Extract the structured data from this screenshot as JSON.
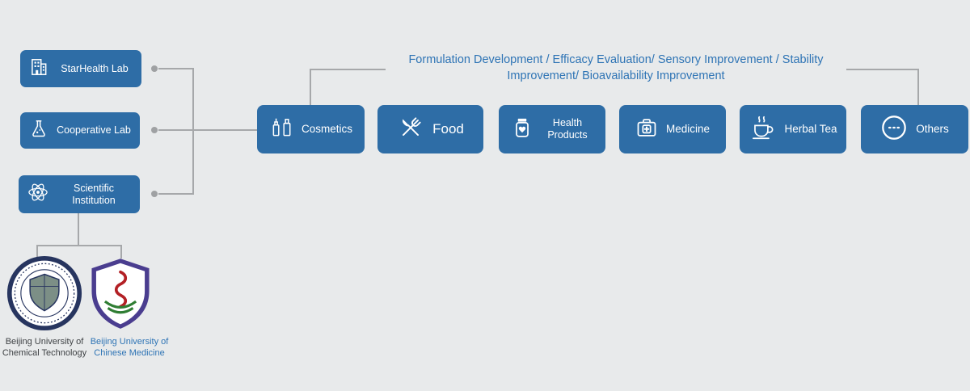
{
  "colors": {
    "background": "#e8eaeb",
    "button_blue": "#2e6da6",
    "connector_gray": "#a6a8aa",
    "annotation_blue": "#2e74b5",
    "caption_dark": "#3f4245",
    "caption_blue": "#2e74b5"
  },
  "labs": {
    "items": [
      {
        "label": "StarHealth Lab",
        "icon": "building-icon"
      },
      {
        "label": "Cooperative Lab",
        "icon": "flask-icon"
      },
      {
        "label": "Scientific Institution",
        "icon": "atom-icon"
      }
    ]
  },
  "annotation": {
    "text": "Formulation Development / Efficacy Evaluation/ Sensory Improvement / Stability Improvement/ Bioavailability Improvement"
  },
  "products": {
    "items": [
      {
        "label": "Cosmetics",
        "icon": "cosmetics-icon"
      },
      {
        "label": "Food",
        "icon": "fork-knife-icon"
      },
      {
        "label": "Health Products",
        "icon": "pill-jar-icon"
      },
      {
        "label": "Medicine",
        "icon": "first-aid-kit-icon"
      },
      {
        "label": "Herbal Tea",
        "icon": "teacup-icon"
      },
      {
        "label": "Others",
        "icon": "ellipsis-circle-icon"
      }
    ]
  },
  "universities": {
    "items": [
      {
        "name": "Beijing University of Chemical Technology",
        "lines": [
          "Beijing University of",
          "Chemical Technology"
        ],
        "logo": "buct-seal-logo"
      },
      {
        "name": "Beijing University of Chinese Medicine",
        "lines": [
          "Beijing University of",
          "Chinese Medicine"
        ],
        "logo": "bucm-shield-logo"
      }
    ]
  }
}
